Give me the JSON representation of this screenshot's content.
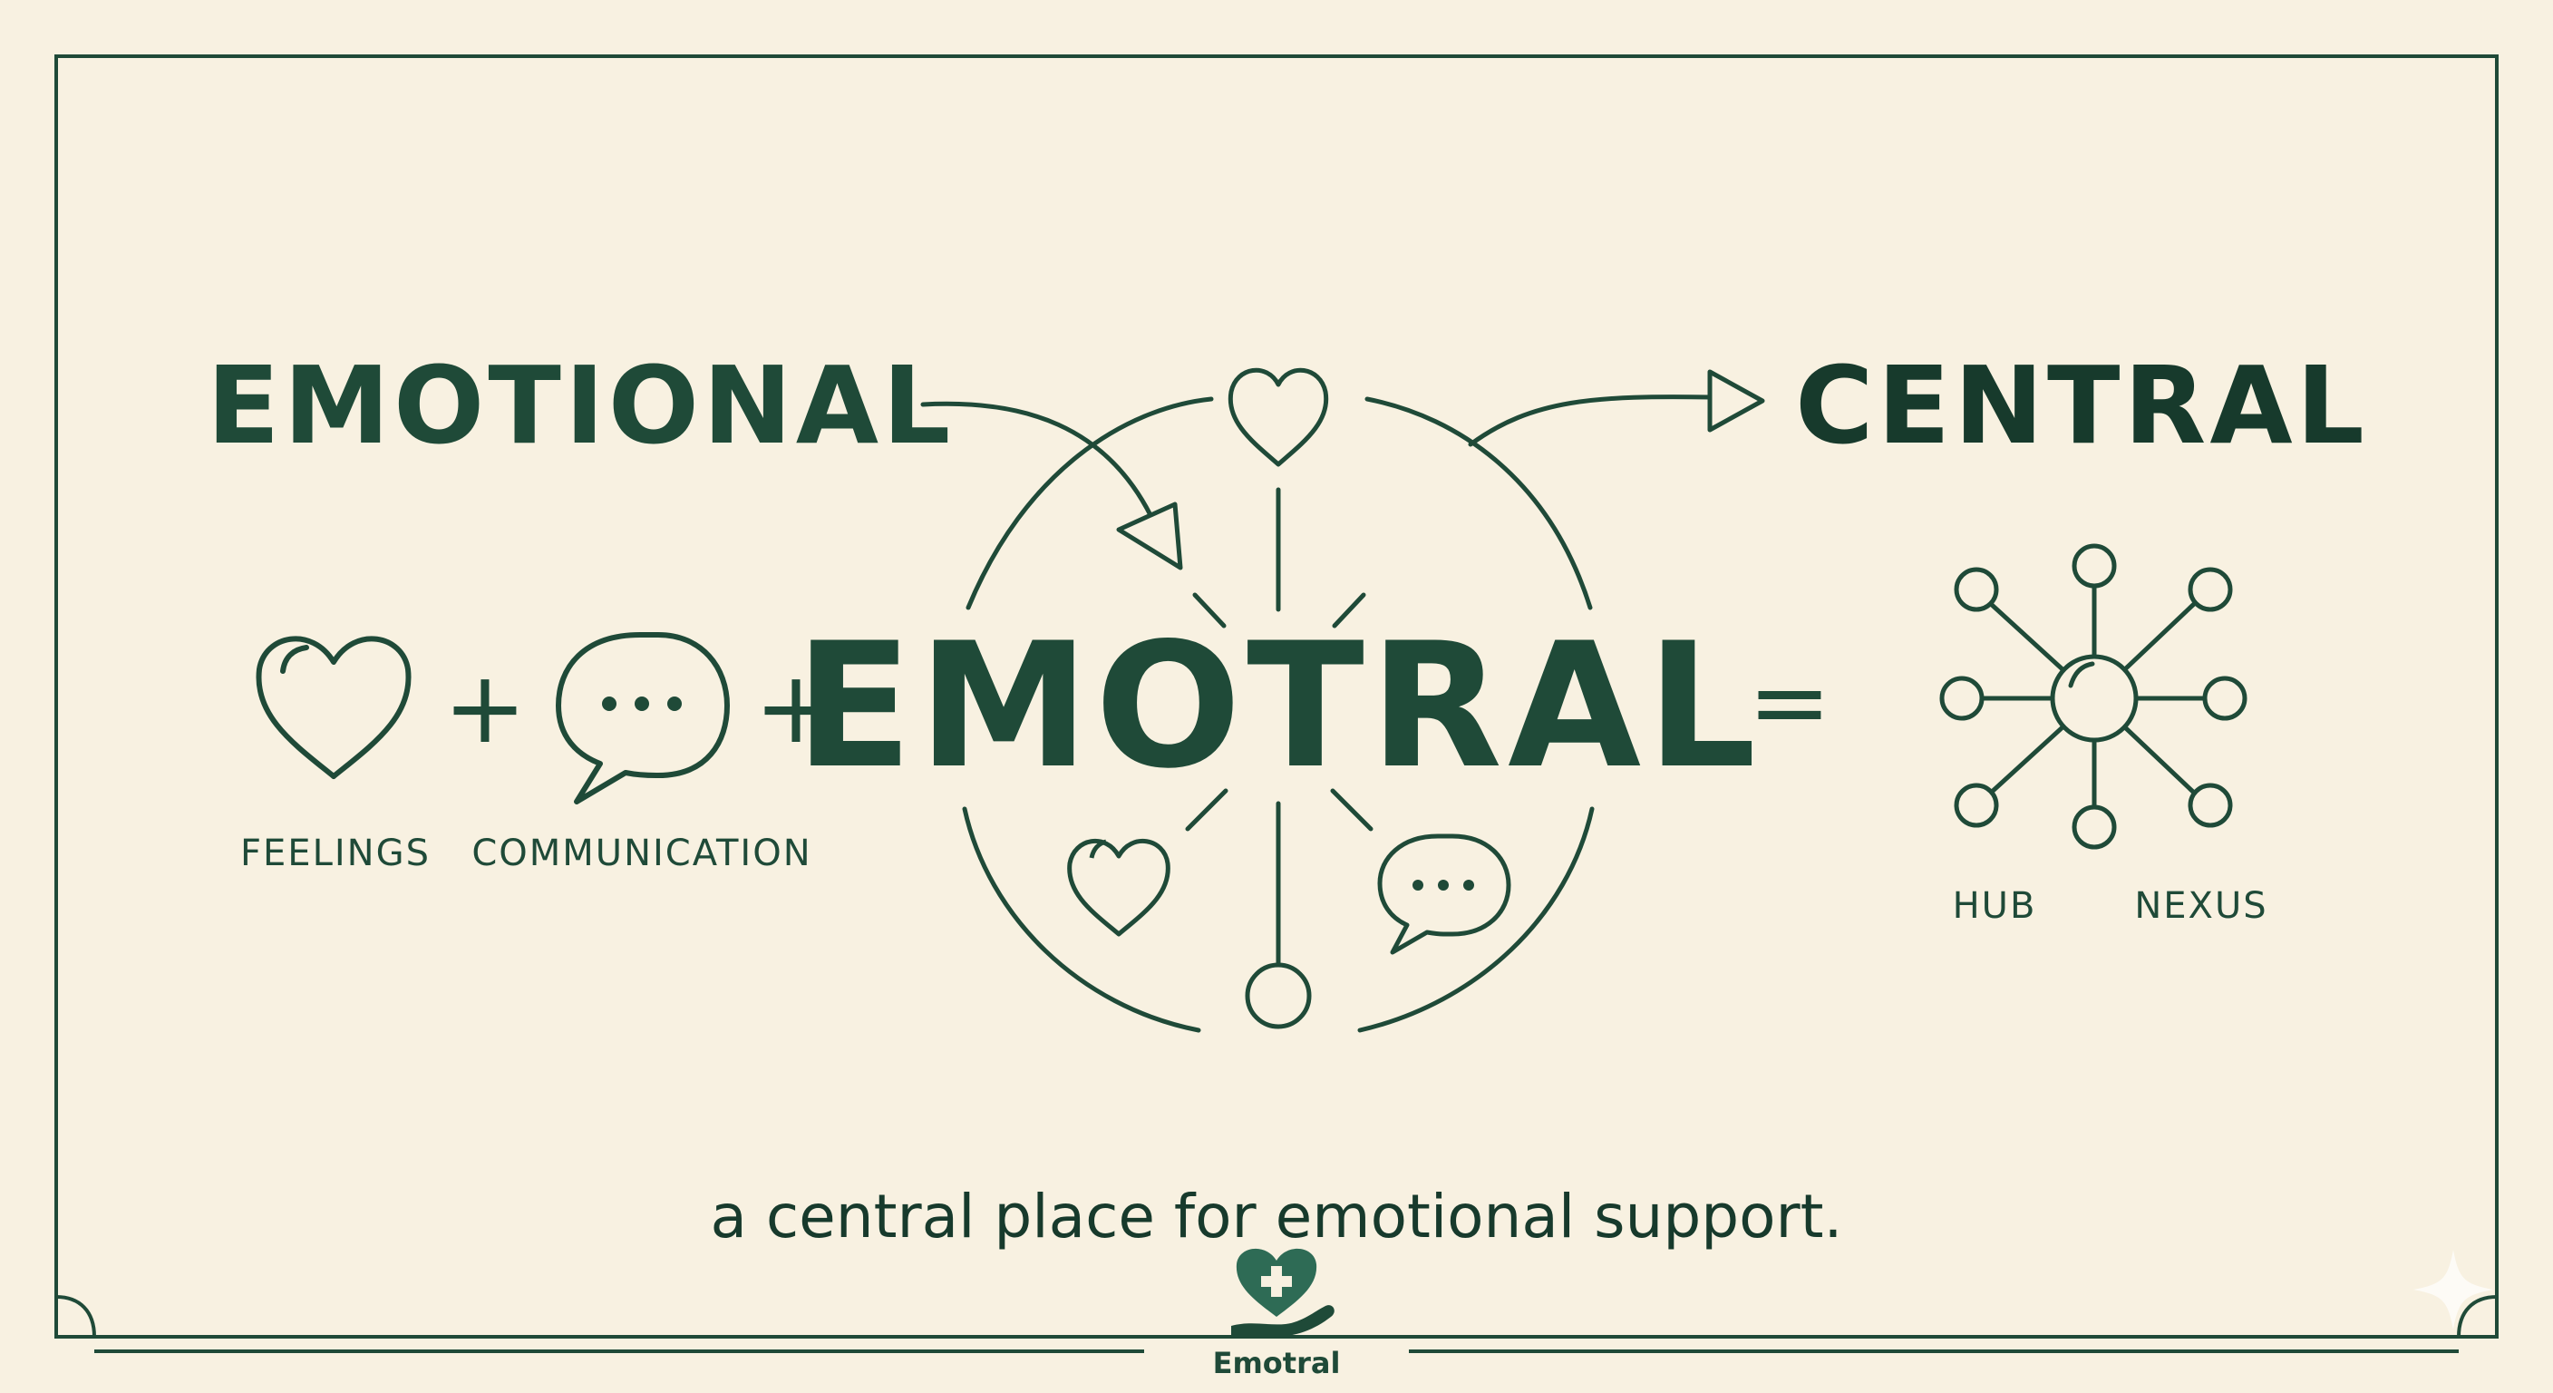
{
  "header": {
    "word_left": "EMOTIONAL",
    "word_right": "CENTRAL"
  },
  "equation": {
    "term1_label": "FEELINGS",
    "plus1": "+",
    "term2_label": "COMMUNICATION",
    "plus2": "+",
    "result_word": "EMOTRAL",
    "equals": "=",
    "hub_label": "HUB",
    "nexus_label": "NEXUS"
  },
  "tagline": "a central place for emotional support.",
  "footer": {
    "logo_text": "Emotral"
  },
  "colors": {
    "background": "#f8f1e1",
    "ink": "#1f4a38",
    "ink_dark": "#173a2c",
    "accent": "#2e6b55"
  },
  "icons": [
    "heart-icon",
    "speech-bubble-icon",
    "network-hub-icon",
    "arrow-icon",
    "caring-hand-heart-icon",
    "sparkle-icon"
  ]
}
